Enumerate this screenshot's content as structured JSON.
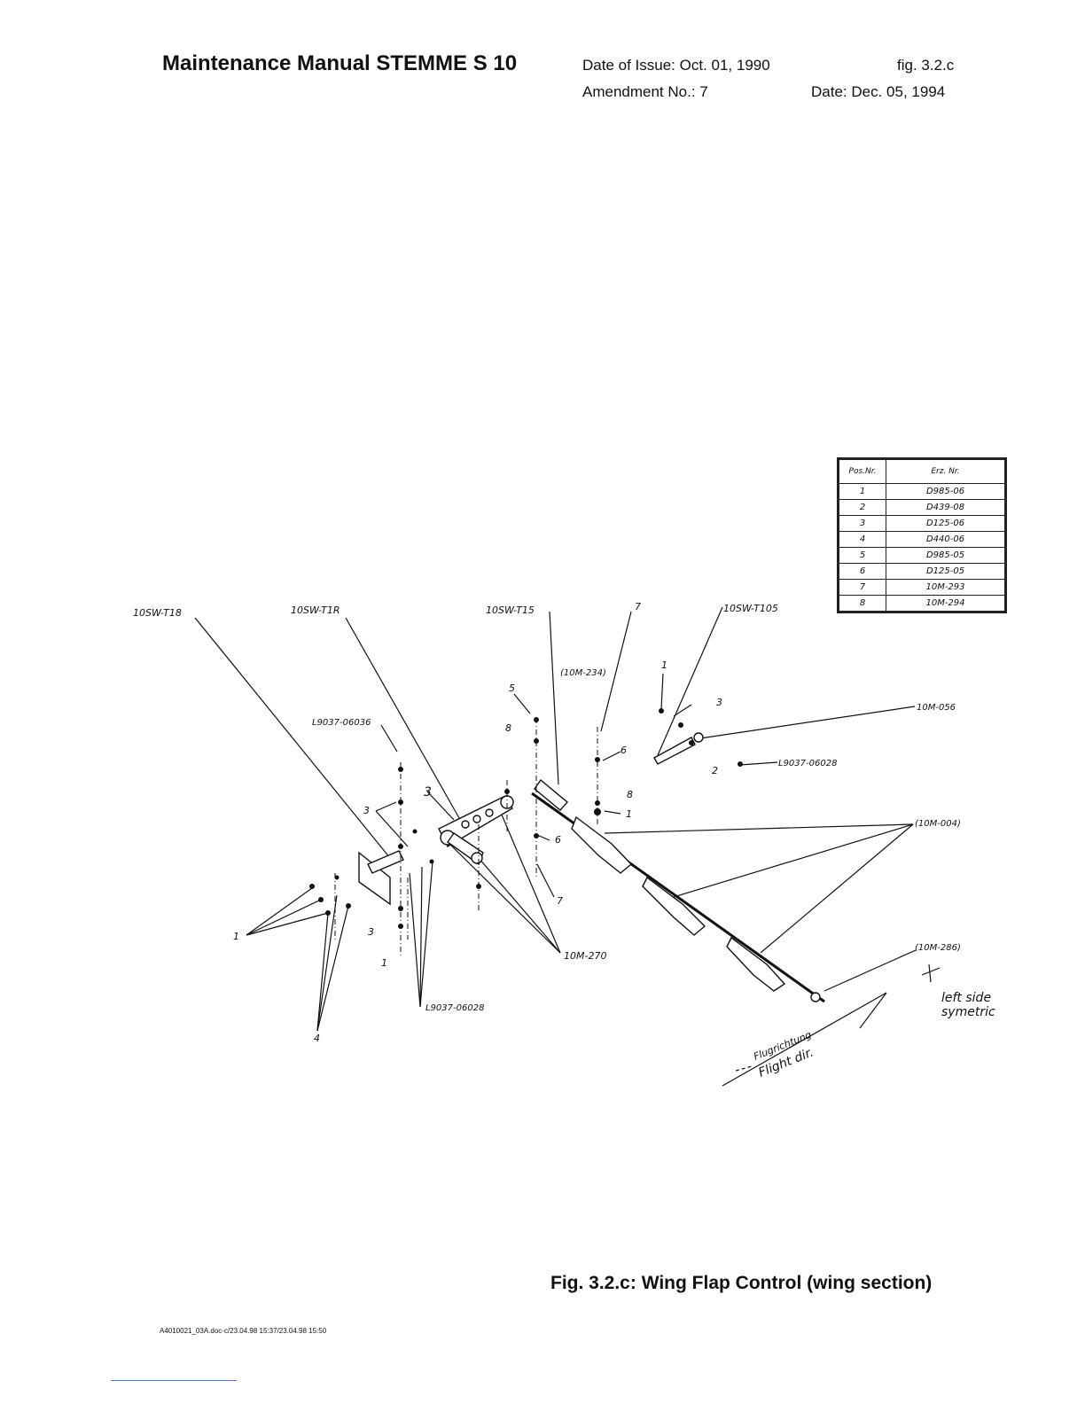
{
  "header": {
    "title": "Maintenance Manual STEMME S 10",
    "date_of_issue": "Date of Issue: Oct. 01, 1990",
    "fig_ref": "fig. 3.2.c",
    "amendment": "Amendment No.: 7",
    "date": "Date: Dec. 05, 1994"
  },
  "parts_table": {
    "headers": [
      "Pos.Nr.",
      "Erz. Nr."
    ],
    "rows": [
      [
        "1",
        "D985-06"
      ],
      [
        "2",
        "D439-08"
      ],
      [
        "3",
        "D125-06"
      ],
      [
        "4",
        "D440-06"
      ],
      [
        "5",
        "D985-05"
      ],
      [
        "6",
        "D125-05"
      ],
      [
        "7",
        "10M-293"
      ],
      [
        "8",
        "10M-294"
      ]
    ]
  },
  "drawing_labels": {
    "sw118": "10SW-T18",
    "sw11r": "10SW-T1R",
    "sw115": "10SW-T15",
    "sw1105": "10SW-T105",
    "l9037_06036": "L9037-06036",
    "l9037_06028_right": "L9037-06028",
    "l9037_06028_bottom": "L9037-06028",
    "m234": "(10M-234)",
    "m056": "10M-056",
    "m004": "(10M-004)",
    "m270": "10M-270",
    "m286": "(10M-286)",
    "left_side": "left side",
    "symetric": "symetric",
    "flugrichtung": "Flugrichtung",
    "flight_dir": "Flight dir.",
    "n1a": "1",
    "n1b": "1",
    "n1c": "1",
    "n1d": "1",
    "n2": "2",
    "n3a": "3",
    "n3b": "3",
    "n3c": "3",
    "n3d": "3",
    "n4": "4",
    "n5": "5",
    "n6a": "6",
    "n6b": "6",
    "n7a": "7",
    "n7b": "7",
    "n8a": "8",
    "n8b": "8"
  },
  "caption": "Fig. 3.2.c: Wing Flap Control (wing section)",
  "footer": "A4010021_03A.doc-c/23.04.98 15:37/23.04.98 15:50"
}
